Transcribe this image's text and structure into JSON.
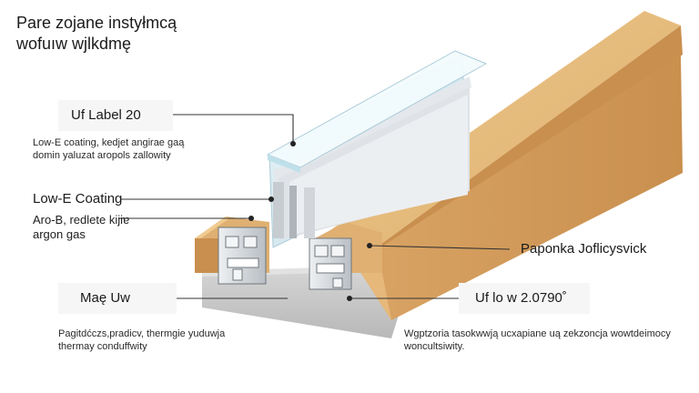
{
  "title": {
    "line1": "Pare zojane instyłmcą",
    "line2": "wofuıw wjlkdmę"
  },
  "callouts": {
    "uf_label": {
      "label": "Uf Label 20",
      "desc_line1": "Low-E coating, kedjet angirae gaą",
      "desc_line2": "domin yaluzat aropols zallowity"
    },
    "low_e": {
      "label": "Low-E Coating",
      "desc_line1": "Aro-B, redlete kijiɐ",
      "desc_line2": "argon gas"
    },
    "mae_uw": {
      "label": "Maę Uw",
      "desc_line1": "Pagitdćczs,pradicv, thermgie yuduwja",
      "desc_line2": "thermay conduffwity"
    },
    "paponka": {
      "label": "Paponka Joflicysvick"
    },
    "uf_lo": {
      "label": "Uf lo w 2.0790˚",
      "desc_line1": "Wgptzoria tasokwwją ucxapiane uą zekzoncja wowtdeimocy",
      "desc_line2": "woncultsiwity."
    }
  },
  "colors": {
    "wood_top": "#e3b87b",
    "wood_front": "#d39d5c",
    "wood_side": "#c98f4e",
    "concrete": "#c8c8c8",
    "aluminium": "#d9dde0",
    "glass": "#cfe6ee",
    "leader": "#333333"
  }
}
